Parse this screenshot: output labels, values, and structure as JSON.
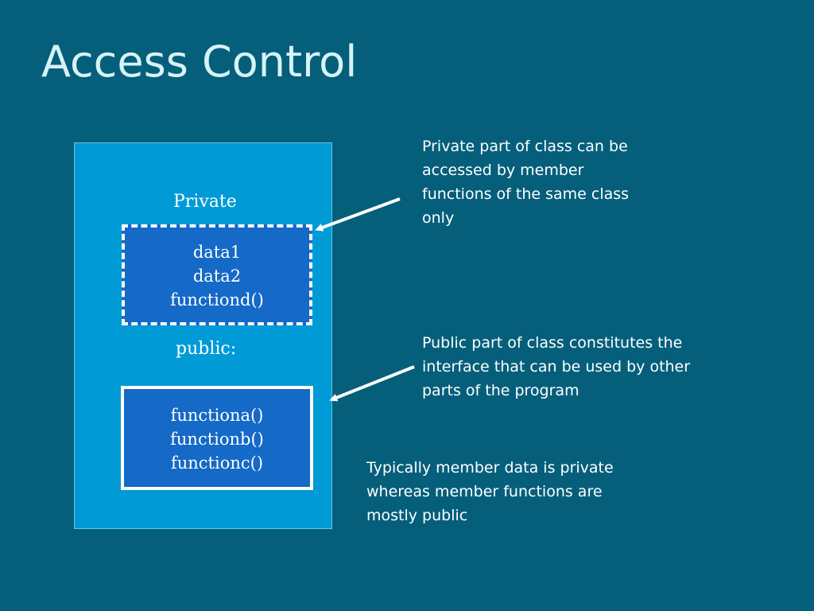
{
  "slide": {
    "title": "Access Control"
  },
  "diagram": {
    "private_label": "Private",
    "public_label": "public:",
    "private_members": [
      "data1",
      "data2",
      "functiond()"
    ],
    "public_members": [
      "functiona()",
      "functionb()",
      "functionc()"
    ]
  },
  "notes": {
    "private": "Private part of class can be accessed by member functions of the same class only",
    "public": "Public part of class constitutes the interface that can be used by other parts of the program",
    "typical": "Typically member data is private whereas member functions are mostly public"
  },
  "colors": {
    "background": "#055f7b",
    "class_box": "#009ad6",
    "member_box": "#1569c7",
    "title": "#d6f3f7"
  }
}
